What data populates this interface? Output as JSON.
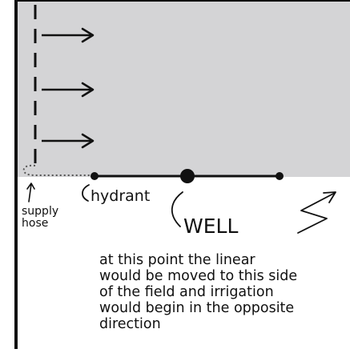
{
  "labels": {
    "supply_hose_line1": "supply",
    "supply_hose_line2": "hose",
    "hydrant": "hydrant",
    "well": "WELL",
    "note": [
      "at this point the linear",
      "would be moved to this side",
      "of the field and irrigation",
      "would begin in the opposite",
      "direction"
    ]
  },
  "colors": {
    "field_fill": "#d4d4d6",
    "line": "#111111",
    "hose": "#555555",
    "background": "#ffffff"
  },
  "symbols": {
    "direction_arrows": 3,
    "well_marker": "filled-circle",
    "hydrant_marker": "filled-dot",
    "wheel_end_marker": "filled-dot",
    "pivot_line_style": "dashed",
    "supply_hose_style": "dotted"
  }
}
